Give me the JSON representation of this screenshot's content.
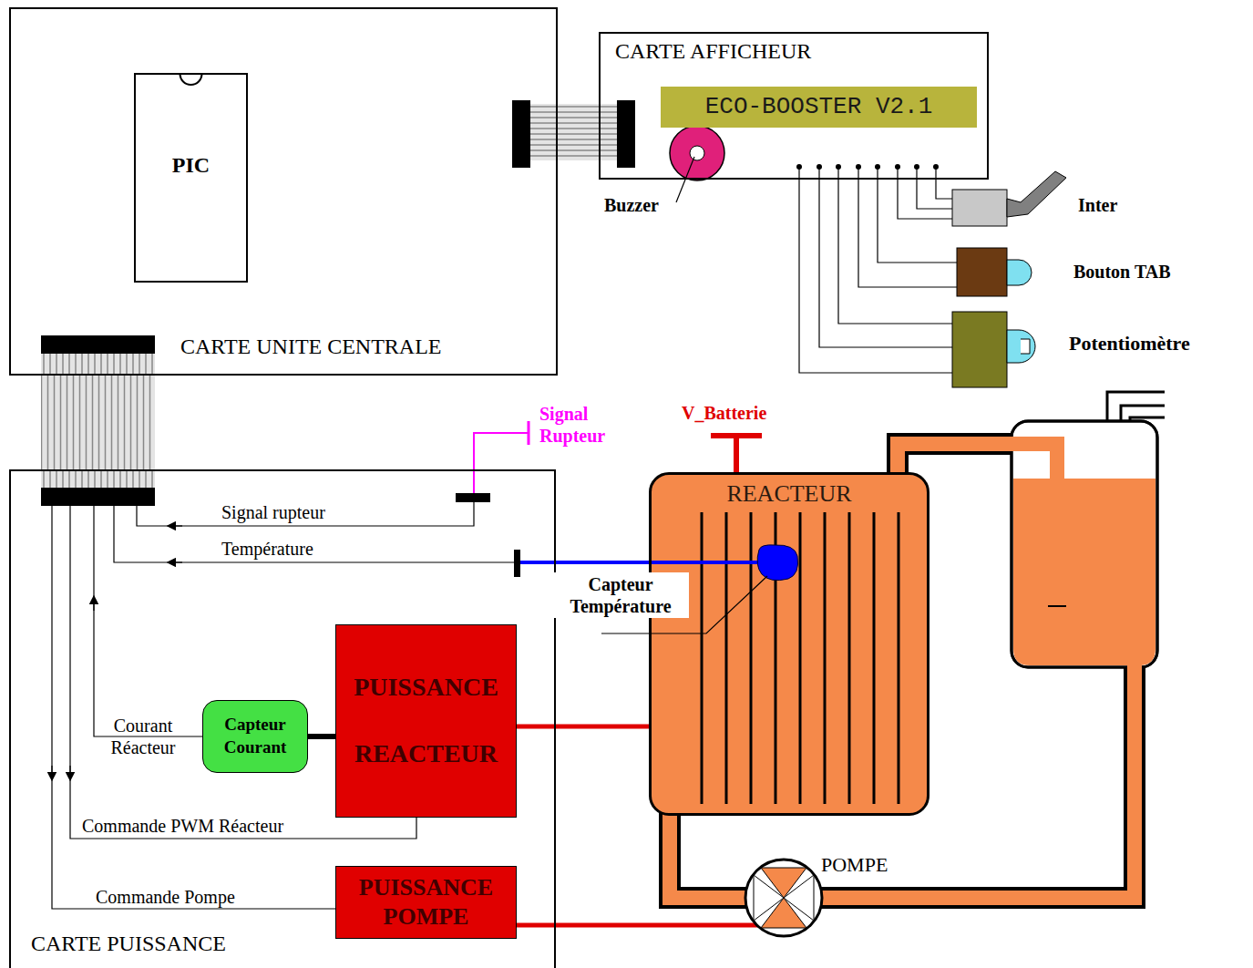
{
  "diagram": {
    "nodes": [
      {
        "text": [
          "CARTE UNITE CENTRALE"
        ]
      },
      {
        "text": [
          "PIC"
        ],
        "in": 0
      },
      {
        "text": [
          "CARTE AFFICHEUR"
        ]
      },
      {
        "text": [
          "ECO-BOOSTER V2.1"
        ],
        "in": 2
      },
      {
        "text": [
          "CARTE PUISSANCE"
        ]
      },
      {
        "text": [
          "Capteur Courant"
        ],
        "in": 4
      },
      {
        "text": [
          "PUISSANCE REACTEUR"
        ],
        "in": 4
      },
      {
        "text": [
          "PUISSANCE POMPE"
        ],
        "in": 4
      },
      {
        "text": [
          "REACTEUR"
        ]
      },
      {
        "text": [
          "POMPE"
        ]
      }
    ],
    "edges": [
      {
        "from": 0,
        "to": 2,
        "arrow": "none"
      },
      {
        "from": 0,
        "to": 4,
        "arrow": "none"
      },
      {
        "from": 5,
        "to": 6,
        "arrow": "none"
      },
      {
        "from": 6,
        "to": 8,
        "arrow": "none"
      },
      {
        "from": 7,
        "to": 9,
        "arrow": "none"
      }
    ],
    "labels": [
      "Buzzer",
      "Inter",
      "Bouton TAB",
      "Potentiomètre",
      "Signal Rupteur",
      "V_Batterie",
      "Signal rupteur",
      "Température",
      "Capteur Température",
      "Courant Réacteur",
      "Commande PWM Réacteur",
      "Commande Pompe"
    ]
  }
}
